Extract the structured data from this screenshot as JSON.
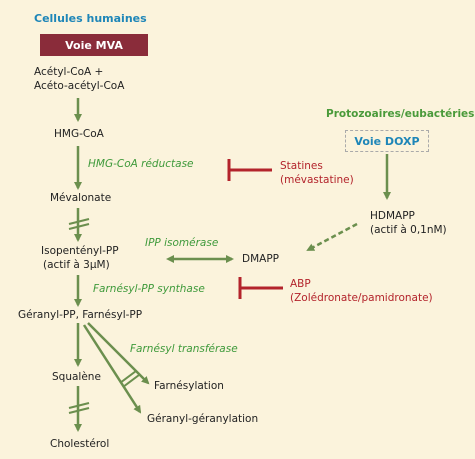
{
  "header": {
    "left_title": "Cellules humaines",
    "right_title": "Protozoaires/eubactéries"
  },
  "boxes": {
    "mva": "Voie MVA",
    "doxp": "Voie DOXP"
  },
  "nodes": {
    "acetyl_line1": "Acétyl-CoA +",
    "acetyl_line2": "Acéto-acétyl-CoA",
    "hmg_coa": "HMG-CoA",
    "mevalonate": "Mévalonate",
    "ipp_line1": "Isopentényl-PP",
    "ipp_line2": "(actif à 3µM)",
    "dmapp": "DMAPP",
    "hdmapp_line1": "HDMAPP",
    "hdmapp_line2": "(actif à 0,1nM)",
    "geranyl": "Géranyl-PP, Farnésyl-PP",
    "squalene": "Squalène",
    "cholesterol": "Cholestérol",
    "farnesylation": "Farnésylation",
    "geranylgeranylation": "Géranyl-géranylation"
  },
  "enzymes": {
    "hmg_reductase": "HMG-CoA réductase",
    "ipp_isomerase": "IPP isomérase",
    "farnesyl_pp_synthase": "Farnésyl-PP synthase",
    "farnesyl_transferase": "Farnésyl transférase"
  },
  "inhibitors": {
    "statines_line1": "Statines",
    "statines_line2": "(mévastatine)",
    "abp_line1": "ABP",
    "abp_line2": "(Zolédronate/pamidronate)"
  },
  "colors": {
    "background": "#fbf3dc",
    "arrow_green": "#6b8f4e",
    "inhibitor_red": "#b3232b",
    "title_teal": "#1e86b8",
    "title_green": "#4a9a3a",
    "mva_box": "#8a2c3a"
  }
}
